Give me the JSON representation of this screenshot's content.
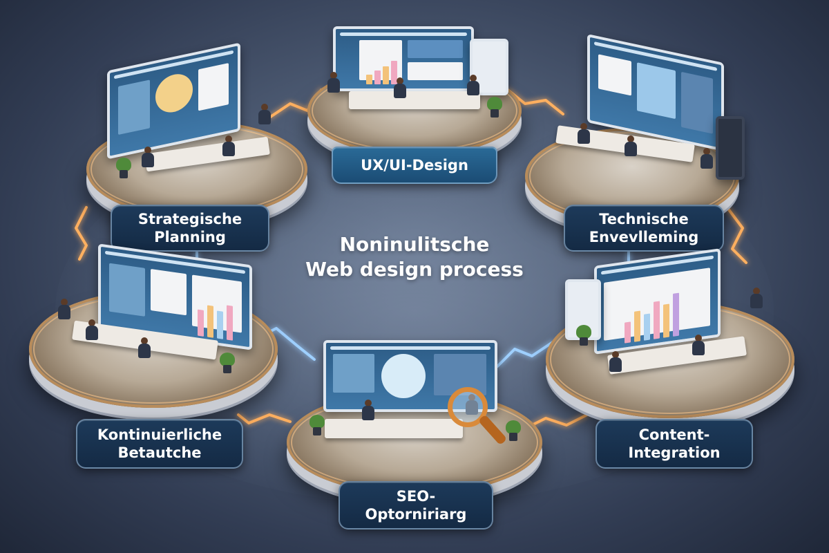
{
  "title": {
    "line1": "Noninulitsche",
    "line2": "Web design process"
  },
  "stages": [
    {
      "id": "ux-ui-design",
      "label": "UX/UI-Design"
    },
    {
      "id": "technische-entwicklung",
      "label": "Technische\nEnvevlleming"
    },
    {
      "id": "content-integration",
      "label": "Content-\nIntegration"
    },
    {
      "id": "seo-optimierung",
      "label": "SEO-\nOptorniriarg"
    },
    {
      "id": "kontinuierliche-betreuung",
      "label": "Kontinuierliche\nBetautche"
    },
    {
      "id": "strategische-planung",
      "label": "Strategische\nPlanning"
    }
  ],
  "colors": {
    "background": "#4f5d75",
    "label_bg": "#142a44",
    "label_top_bg": "#1b4c74",
    "glow_orange": "#ffb060",
    "glow_blue": "#9fd0ff",
    "platform_rim": "#b88c5b"
  }
}
